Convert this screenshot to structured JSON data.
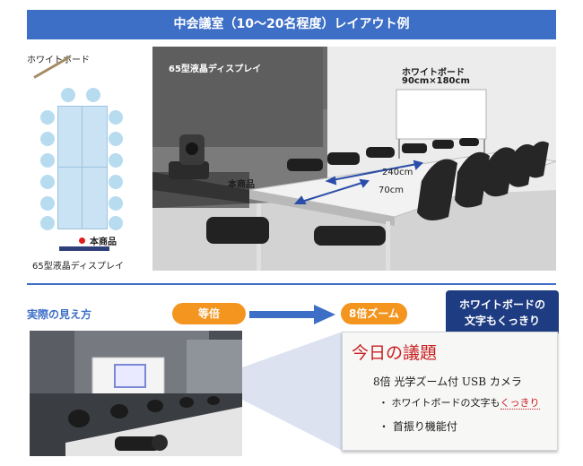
{
  "header": {
    "title": "中会議室（10～20名程度）レイアウト例"
  },
  "floorplan": {
    "whiteboard_label": "ホワイトボード",
    "product_label": "本商品",
    "display_label": "65型液晶ディスプレイ",
    "seat_color": "#b7dcf0",
    "table_color": "#c9e2f4",
    "marker_color": "#e21c1c",
    "display_color": "#2f3f7a"
  },
  "room": {
    "display_label": "65型液晶ディスプレイ",
    "whiteboard_label": "ホワイトボード",
    "whiteboard_size": "90cm×180cm",
    "product_label": "本商品",
    "dim_long": "240cm",
    "dim_short": "70cm"
  },
  "bottom": {
    "section_title": "実際の見え方",
    "same_scale_label": "等倍",
    "zoom_label": "8倍ズーム",
    "callout_line1": "ホワイトボードの",
    "callout_line2": "文字もくっきり"
  },
  "whiteboard_text": {
    "title": "今日の議題",
    "line1": "8倍 光学ズーム付 USB カメラ",
    "line2": "・ ホワイトボードの文字も",
    "line2_emphasis": "くっきり",
    "line3": "・ 首振り機能付"
  },
  "colors": {
    "accent": "#3d6fc6",
    "orange": "#f3951e",
    "navy": "#1e3c82"
  }
}
